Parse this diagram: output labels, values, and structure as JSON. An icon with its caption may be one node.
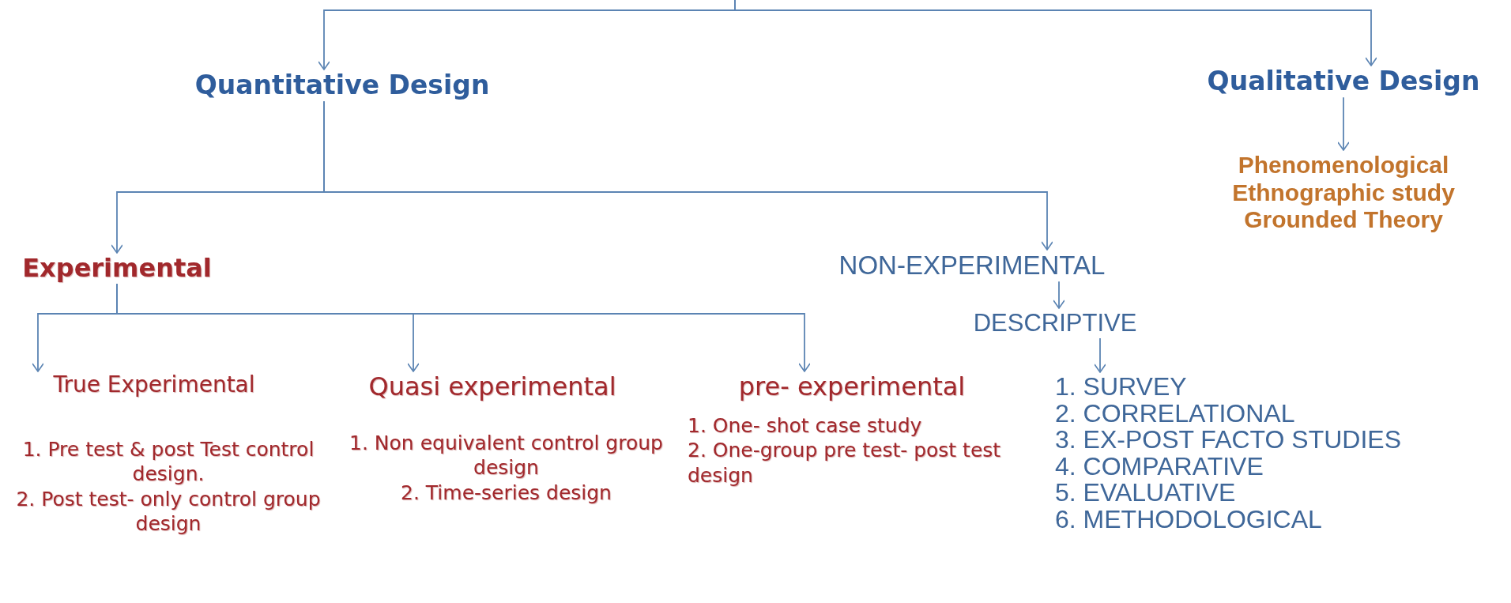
{
  "diagram": {
    "nodes": [
      {
        "text": [
          "Quantitative Design"
        ]
      },
      {
        "text": [
          "Qualitative Design"
        ]
      },
      {
        "text": [
          "Phenomenological",
          "Ethnographic study",
          "Grounded  Theory"
        ]
      },
      {
        "text": [
          "Experimental"
        ]
      },
      {
        "text": [
          "NON-EXPERIMENTAL"
        ]
      },
      {
        "text": [
          "DESCRIPTIVE"
        ]
      },
      {
        "text": [
          "True Experimental"
        ],
        "beside": [
          "1. Pre test & post Test control design.",
          "2. Post test- only control group  design"
        ]
      },
      {
        "text": [
          "Quasi experimental"
        ],
        "beside": [
          "1. Non equivalent control group design",
          "2. Time-series design"
        ]
      },
      {
        "text": [
          "pre- experimental"
        ],
        "beside": [
          "1. One- shot case study",
          "2. One-group pre test- post test design"
        ]
      },
      {
        "text": [
          "1. SURVEY",
          "2. CORRELATIONAL",
          "3. EX-POST FACTO STUDIES",
          "4. COMPARATIVE",
          "5. EVALUATIVE",
          "6. METHODOLOGICAL"
        ]
      }
    ],
    "edges": [
      {
        "from": null,
        "to": 0,
        "arrow": "to"
      },
      {
        "from": null,
        "to": 1,
        "arrow": "to"
      },
      {
        "from": 1,
        "to": 2,
        "arrow": "to"
      },
      {
        "from": 0,
        "to": 3,
        "arrow": "to"
      },
      {
        "from": 0,
        "to": 4,
        "arrow": "to"
      },
      {
        "from": 3,
        "to": 6,
        "arrow": "to"
      },
      {
        "from": 3,
        "to": 7,
        "arrow": "to"
      },
      {
        "from": 3,
        "to": 8,
        "arrow": "to"
      },
      {
        "from": 4,
        "to": 5,
        "arrow": "to"
      },
      {
        "from": 5,
        "to": 9,
        "arrow": "to"
      }
    ]
  }
}
